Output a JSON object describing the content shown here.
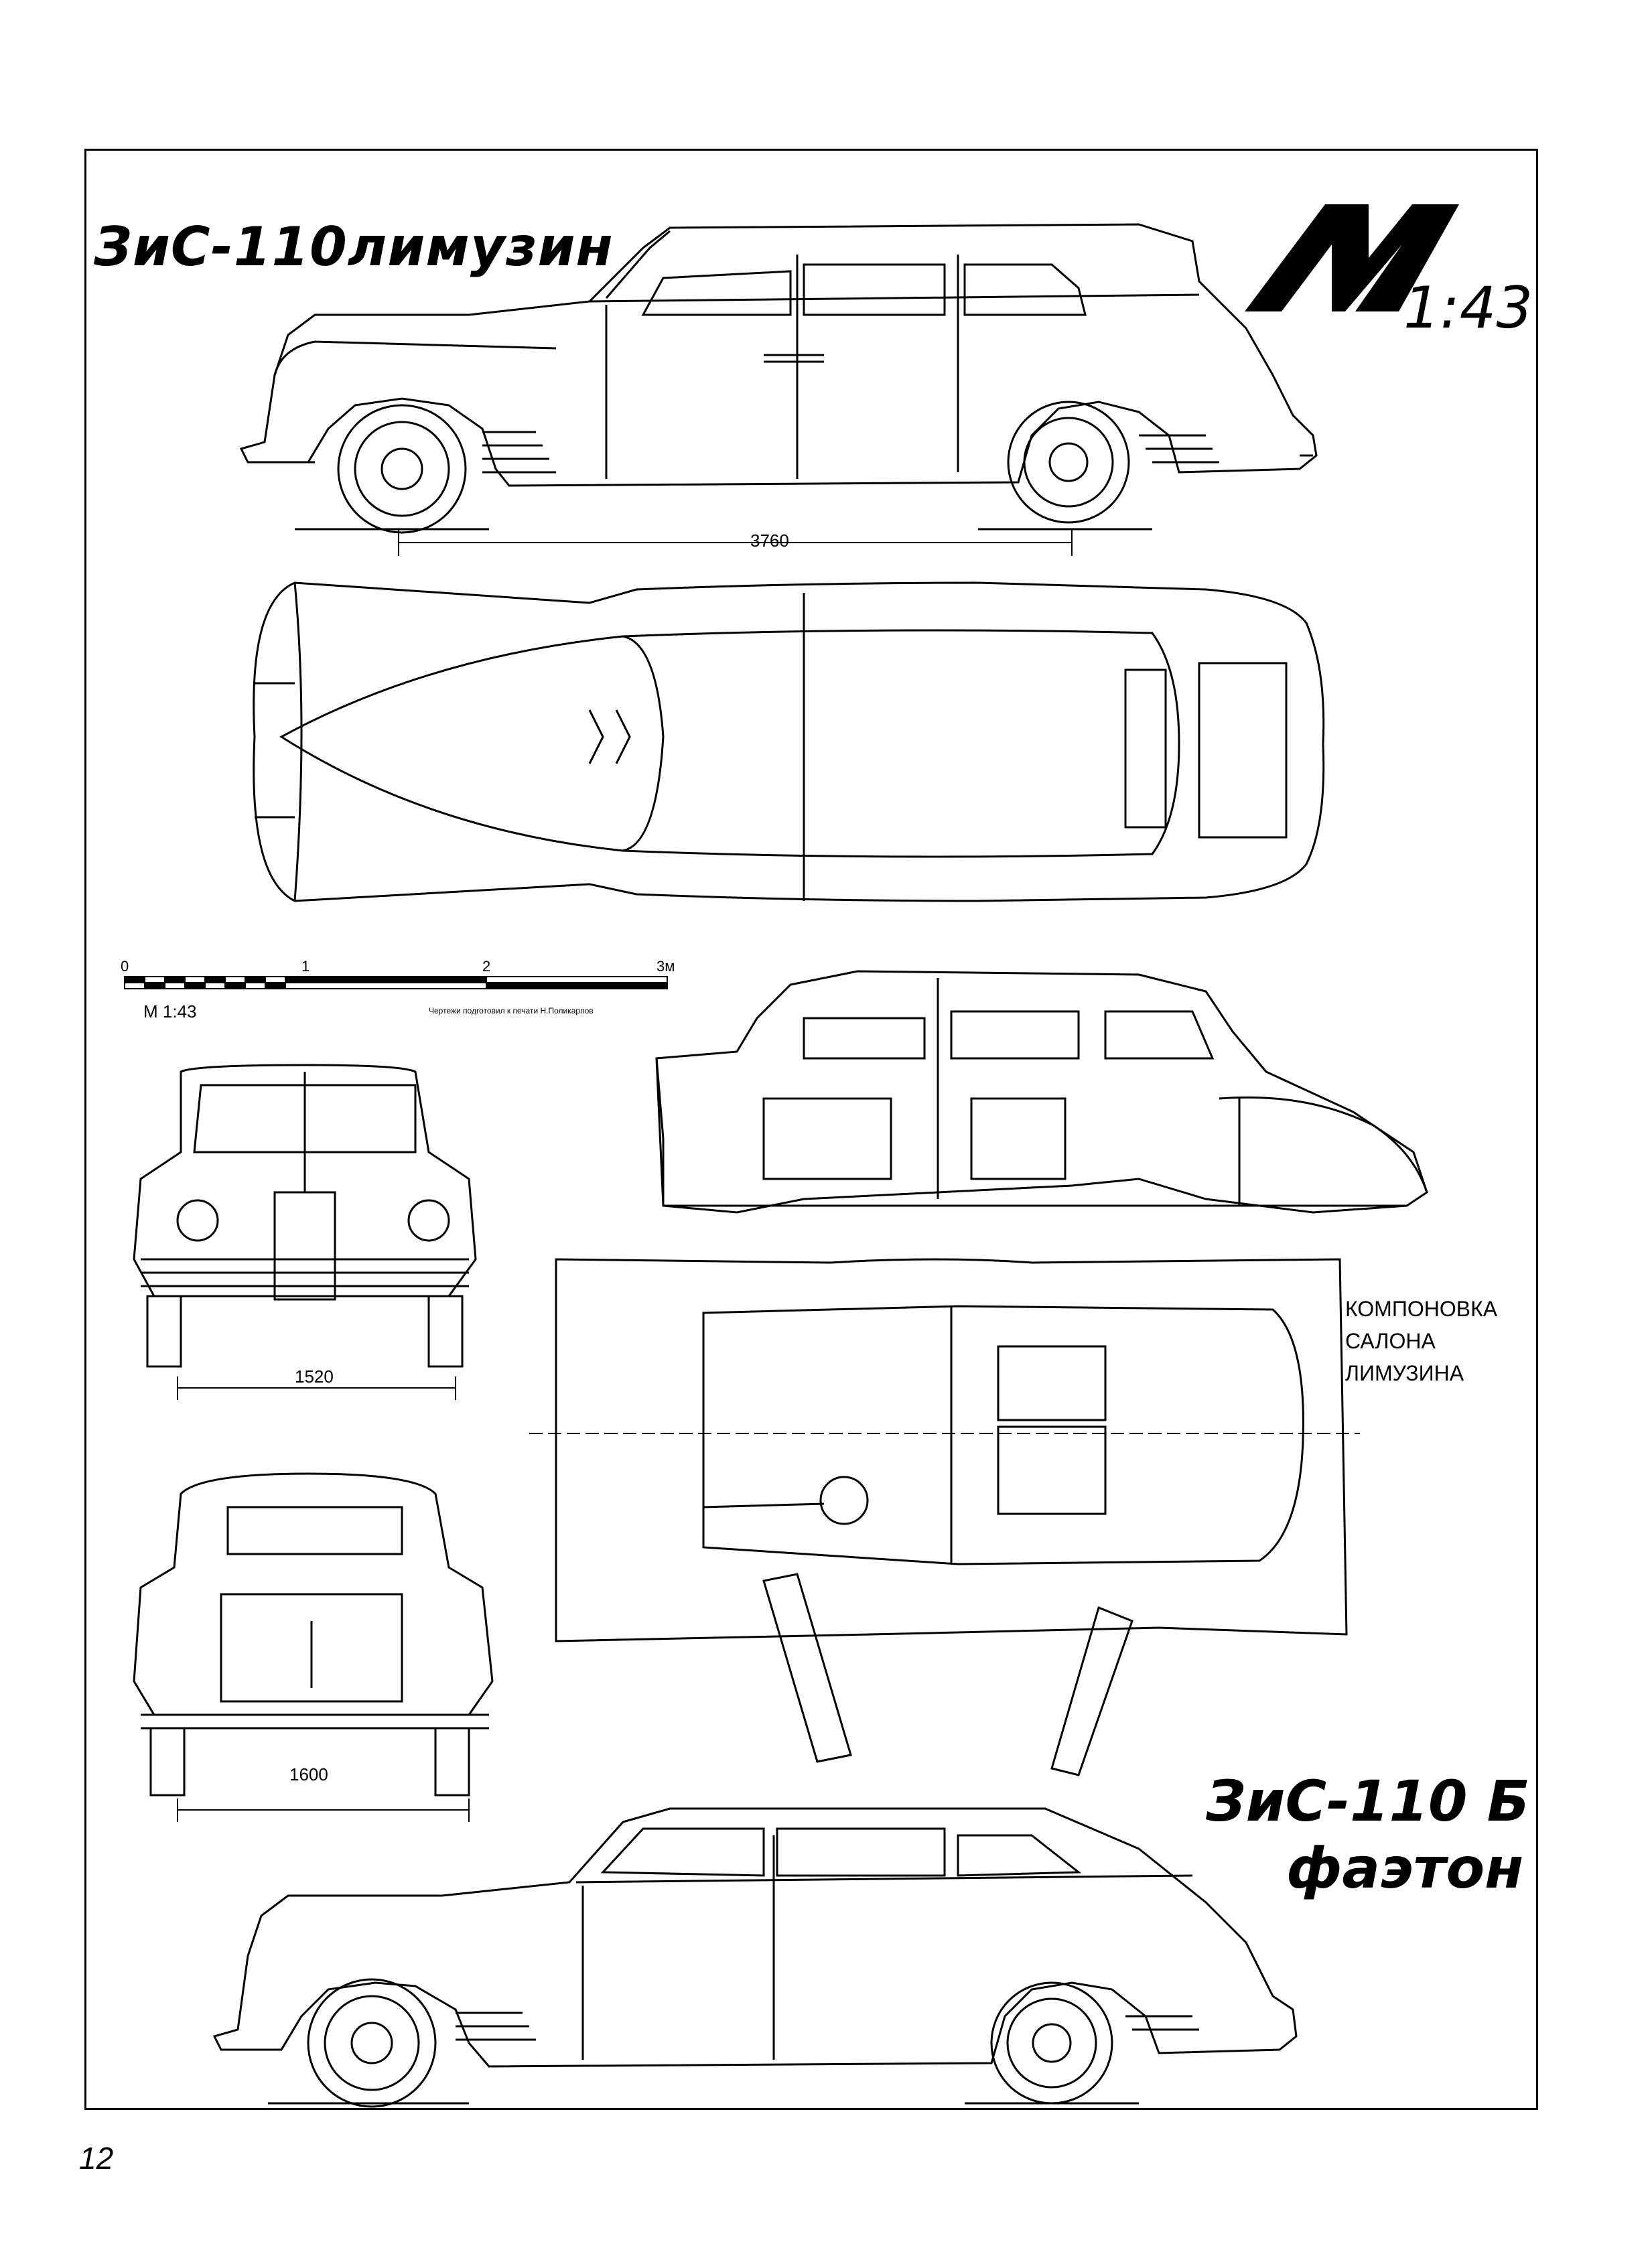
{
  "titles": {
    "limousine": "ЗиС-110лимузин",
    "phaeton_line1": "ЗиС-110 Б",
    "phaeton_line2": "фаэтон"
  },
  "logo": {
    "letter": "M",
    "scale": "1:43"
  },
  "dimensions": {
    "wheelbase": "3760",
    "front_track": "1520",
    "rear_track": "1600"
  },
  "scale_bar": {
    "ticks": [
      "0",
      "1",
      "2",
      "3м"
    ],
    "label": "M 1:43",
    "credit": "Чертежи подготовил к печати Н.Поликарпов"
  },
  "salon_caption": {
    "line1": "КОМПОНОВКА",
    "line2": "САЛОНА",
    "line3": "ЛИМУЗИНА"
  },
  "page_number": "12"
}
